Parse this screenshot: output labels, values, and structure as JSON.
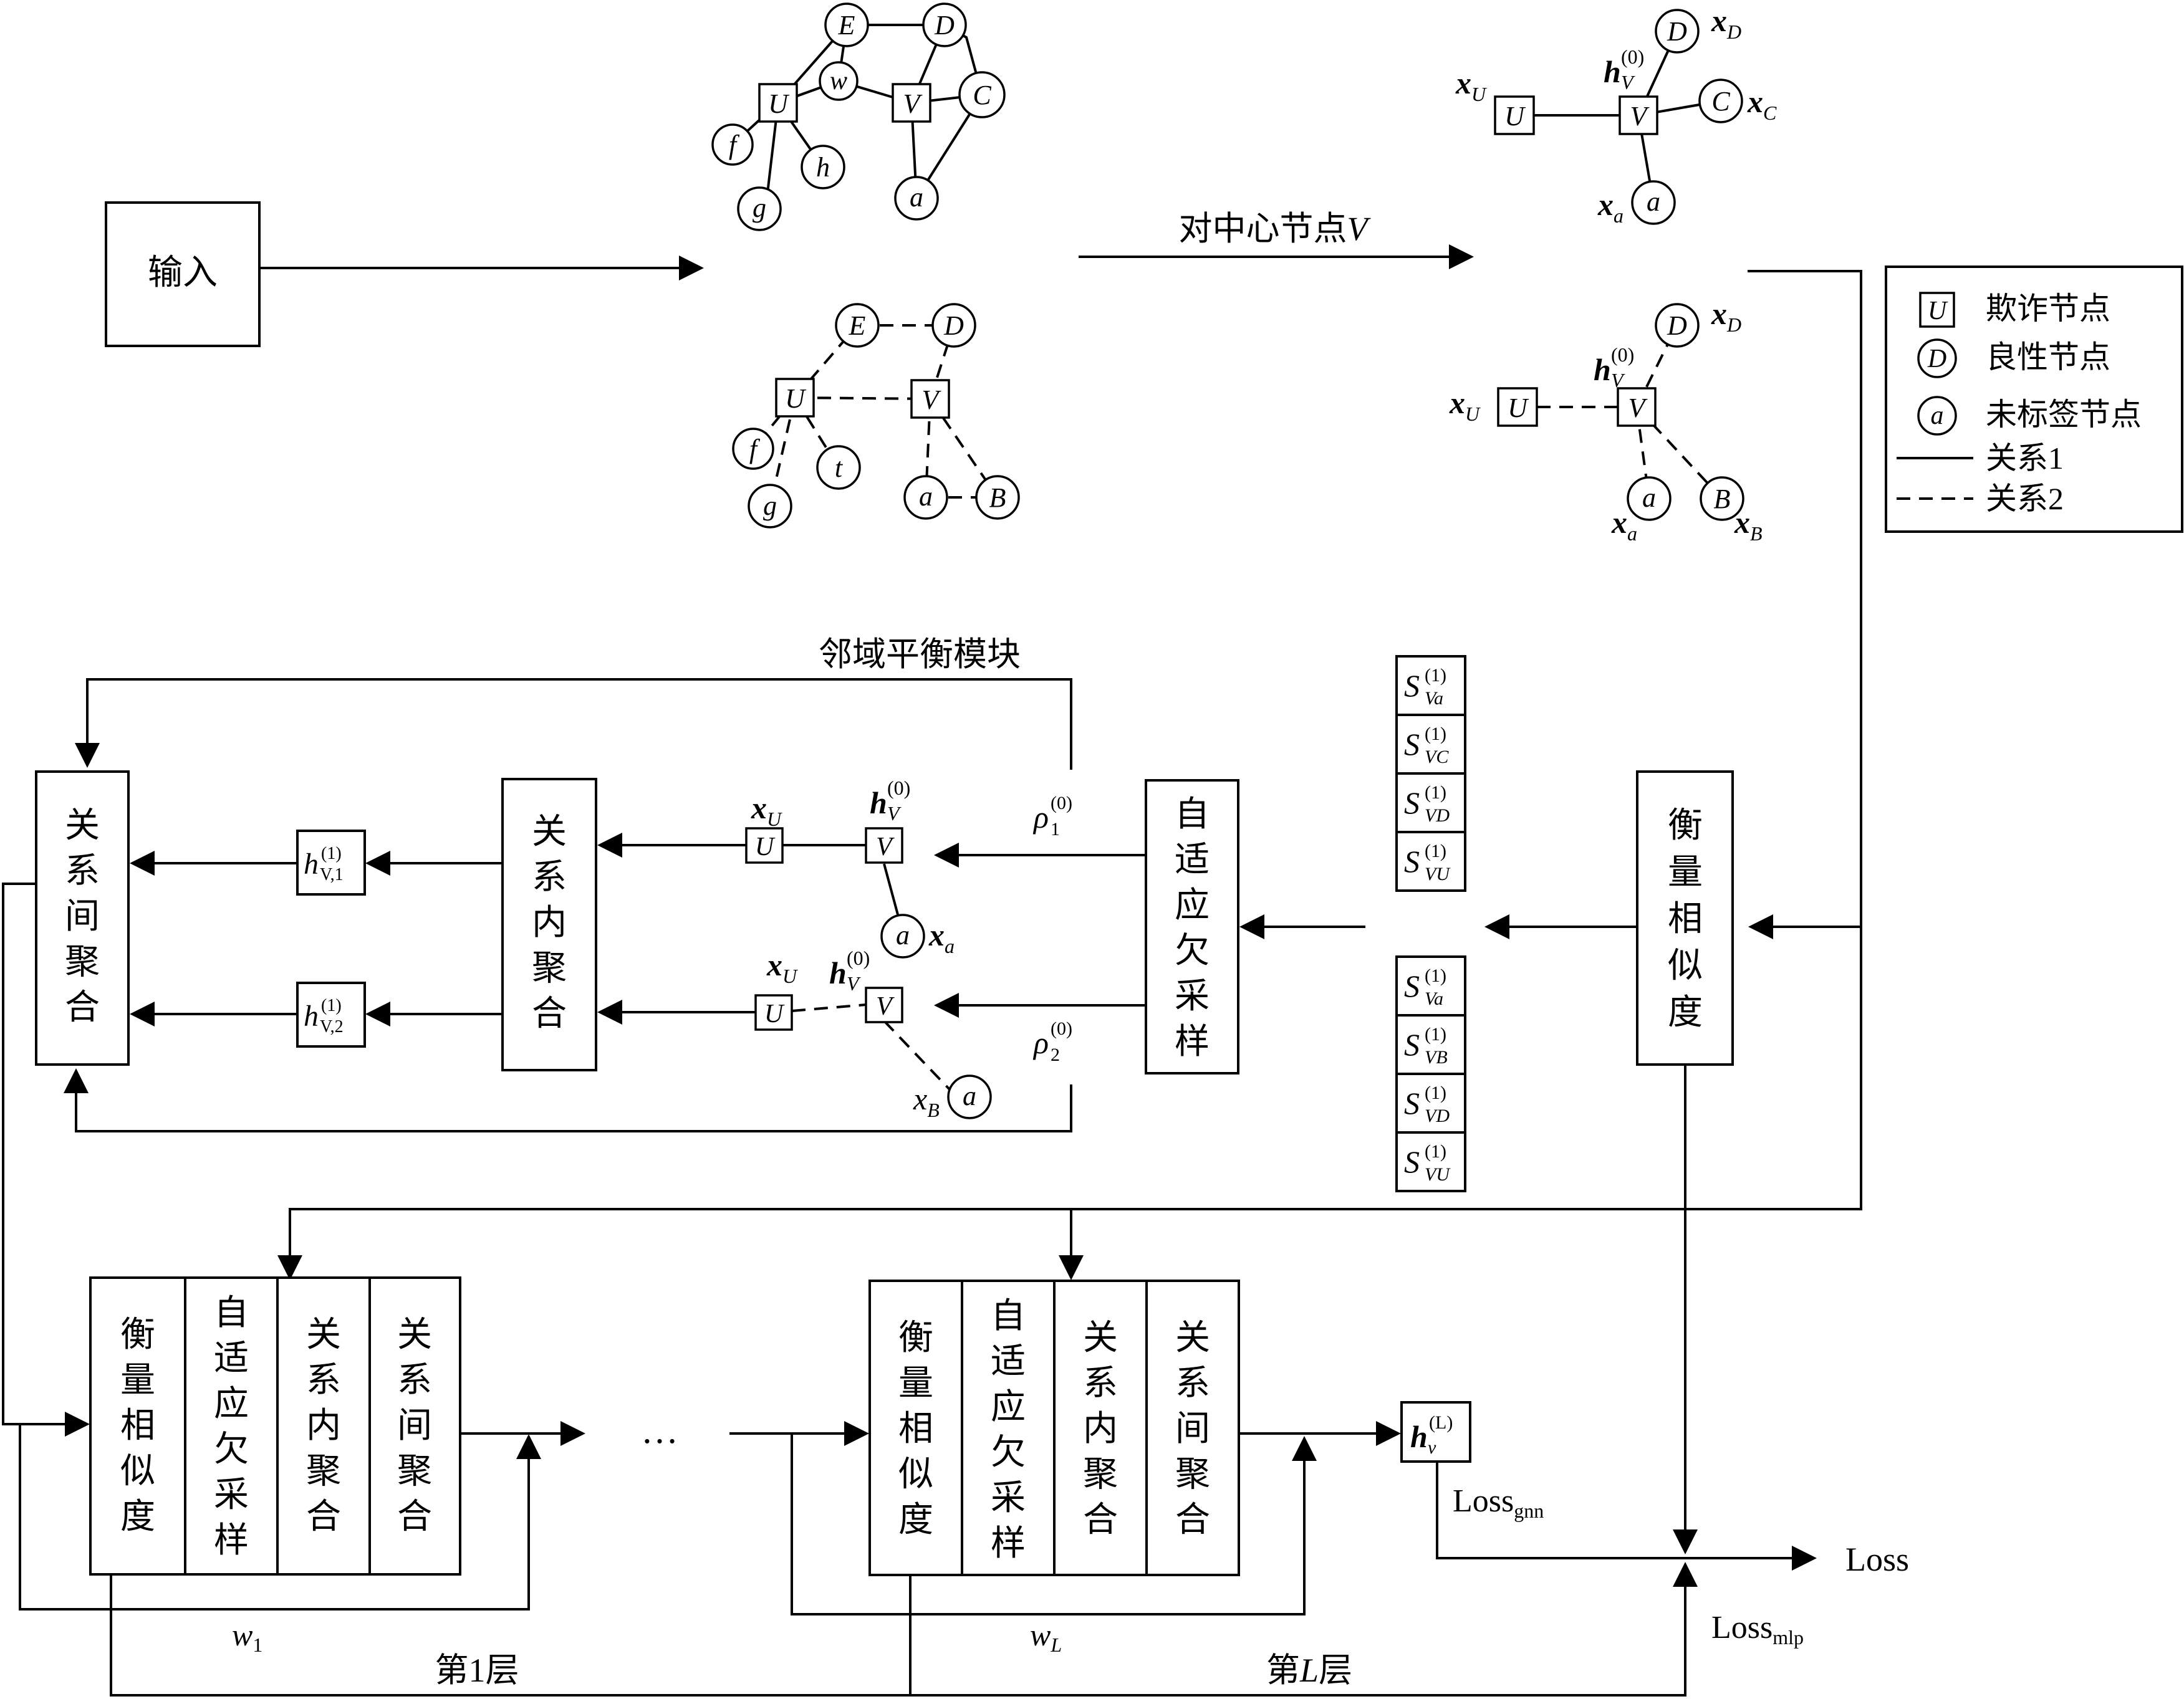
{
  "input_label": "输入",
  "center_label": "对中心节点",
  "center_node": "V",
  "balance_module_label": "邻域平衡模块",
  "legend": {
    "fraud_node": {
      "symbol": "U",
      "label": "欺诈节点"
    },
    "benign_node": {
      "symbol": "D",
      "label": "良性节点"
    },
    "unlabeled_node": {
      "symbol": "a",
      "label": "未标签节点"
    },
    "relation1": "关系1",
    "relation2": "关系2"
  },
  "graph1": {
    "U": "U",
    "V": "V",
    "E": "E",
    "D": "D",
    "w": "w",
    "C": "C",
    "f": "f",
    "h": "h",
    "g": "g",
    "a": "a"
  },
  "graph2": {
    "U": "U",
    "V": "V",
    "E": "E",
    "D": "D",
    "f": "f",
    "t": "t",
    "g": "g",
    "a": "a",
    "B": "B"
  },
  "features": {
    "x": "x",
    "h": "h",
    "sub_U": "U",
    "sub_D": "D",
    "sub_C": "C",
    "sub_a": "a",
    "sub_B": "B",
    "sub_V": "V",
    "sup_0": "(0)",
    "sup_1": "(1)",
    "sup_L": "(L)"
  },
  "rho": {
    "symbol": "ρ",
    "sub1": "1",
    "sub2": "2",
    "sup": "(0)"
  },
  "h_out": {
    "sym": "h",
    "sub1": "V,1",
    "sub2": "V,2",
    "sup": "(1)"
  },
  "sim_stack_top": [
    {
      "S": "S",
      "sub": "Va",
      "sup": "(1)"
    },
    {
      "S": "S",
      "sub": "VC",
      "sup": "(1)"
    },
    {
      "S": "S",
      "sub": "VD",
      "sup": "(1)"
    },
    {
      "S": "S",
      "sub": "VU",
      "sup": "(1)"
    }
  ],
  "sim_stack_bottom": [
    {
      "S": "S",
      "sub": "Va",
      "sup": "(1)"
    },
    {
      "S": "S",
      "sub": "VB",
      "sup": "(1)"
    },
    {
      "S": "S",
      "sub": "VD",
      "sup": "(1)"
    },
    {
      "S": "S",
      "sub": "VU",
      "sup": "(1)"
    }
  ],
  "modules": {
    "inter_agg": "关系间聚合",
    "intra_agg": "关系内聚合",
    "adaptive": "自适应欠采样",
    "similarity": "衡量相似度"
  },
  "layers": [
    {
      "blocks": [
        "衡量相似度",
        "自适应欠采样",
        "关系内聚合",
        "关系间聚合"
      ],
      "w": "w",
      "w_sub": "1",
      "name": "第1层"
    },
    {
      "blocks": [
        "衡量相似度",
        "自适应欠采样",
        "关系内聚合",
        "关系间聚合"
      ],
      "w": "w",
      "w_sub": "L",
      "name_pre": "第",
      "name_it": "L",
      "name_post": "层"
    }
  ],
  "ellipsis": "…",
  "output": {
    "h": "h",
    "sub": "v",
    "sup": "(L)"
  },
  "loss": {
    "gnn": "Loss",
    "gnn_sub": "gnn",
    "mlp": "Loss",
    "mlp_sub": "mlp",
    "total": "Loss"
  }
}
